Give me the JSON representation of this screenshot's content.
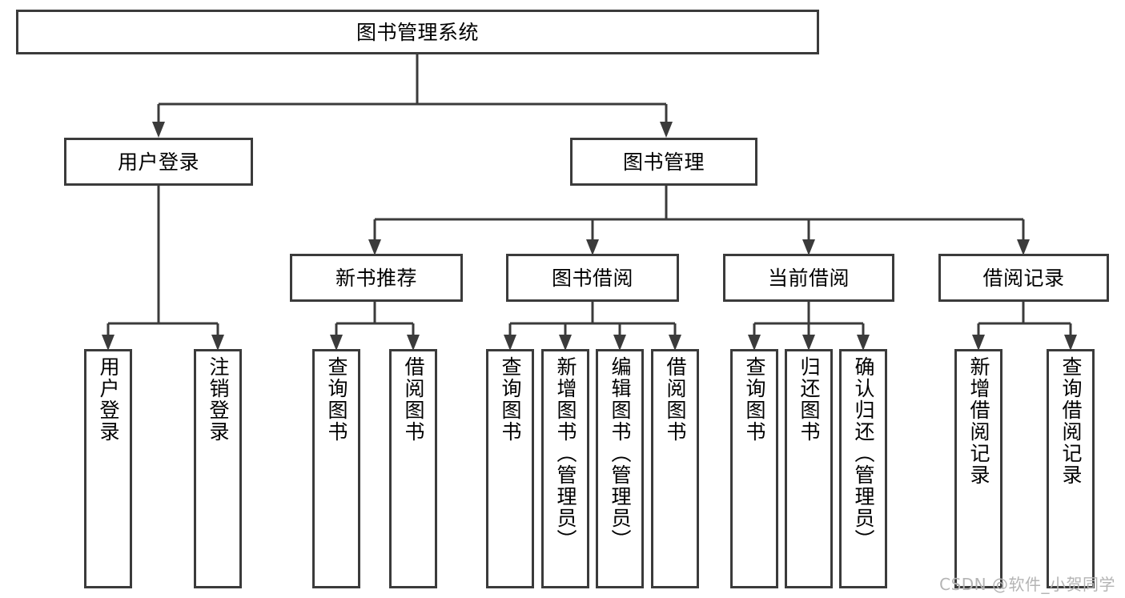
{
  "diagram": {
    "title": "图书管理系统",
    "type": "tree-hierarchy",
    "stroke_color": "#3b3b3b",
    "fill_color": "#ffffff",
    "text_color": "#000000"
  },
  "root": {
    "label": "图书管理系统"
  },
  "level2": [
    {
      "id": "user-login",
      "label": "用户登录"
    },
    {
      "id": "book-manage",
      "label": "图书管理"
    }
  ],
  "level3": [
    {
      "id": "new-book-recommend",
      "label": "新书推荐"
    },
    {
      "id": "book-borrow",
      "label": "图书借阅"
    },
    {
      "id": "current-borrow",
      "label": "当前借阅"
    },
    {
      "id": "borrow-record",
      "label": "借阅记录"
    }
  ],
  "leaves": {
    "user_login": [
      {
        "id": "leaf-user-login",
        "label": "用户登录"
      },
      {
        "id": "leaf-user-logout",
        "label": "注销登录"
      }
    ],
    "new_book_recommend": [
      {
        "id": "leaf-query-book-1",
        "label": "查询图书"
      },
      {
        "id": "leaf-borrow-book-1",
        "label": "借阅图书"
      }
    ],
    "book_borrow": [
      {
        "id": "leaf-query-book-2",
        "label": "查询图书"
      },
      {
        "id": "leaf-add-book",
        "label": "新增图书（管理员）"
      },
      {
        "id": "leaf-edit-book",
        "label": "编辑图书（管理员）"
      },
      {
        "id": "leaf-borrow-book-2",
        "label": "借阅图书"
      }
    ],
    "current_borrow": [
      {
        "id": "leaf-query-book-3",
        "label": "查询图书"
      },
      {
        "id": "leaf-return-book",
        "label": "归还图书"
      },
      {
        "id": "leaf-confirm-return",
        "label": "确认归还（管理员）"
      }
    ],
    "borrow_record": [
      {
        "id": "leaf-add-record",
        "label": "新增借阅记录"
      },
      {
        "id": "leaf-query-record",
        "label": "查询借阅记录"
      }
    ]
  },
  "watermark": {
    "text": "CSDN @软件_小贺同学"
  }
}
